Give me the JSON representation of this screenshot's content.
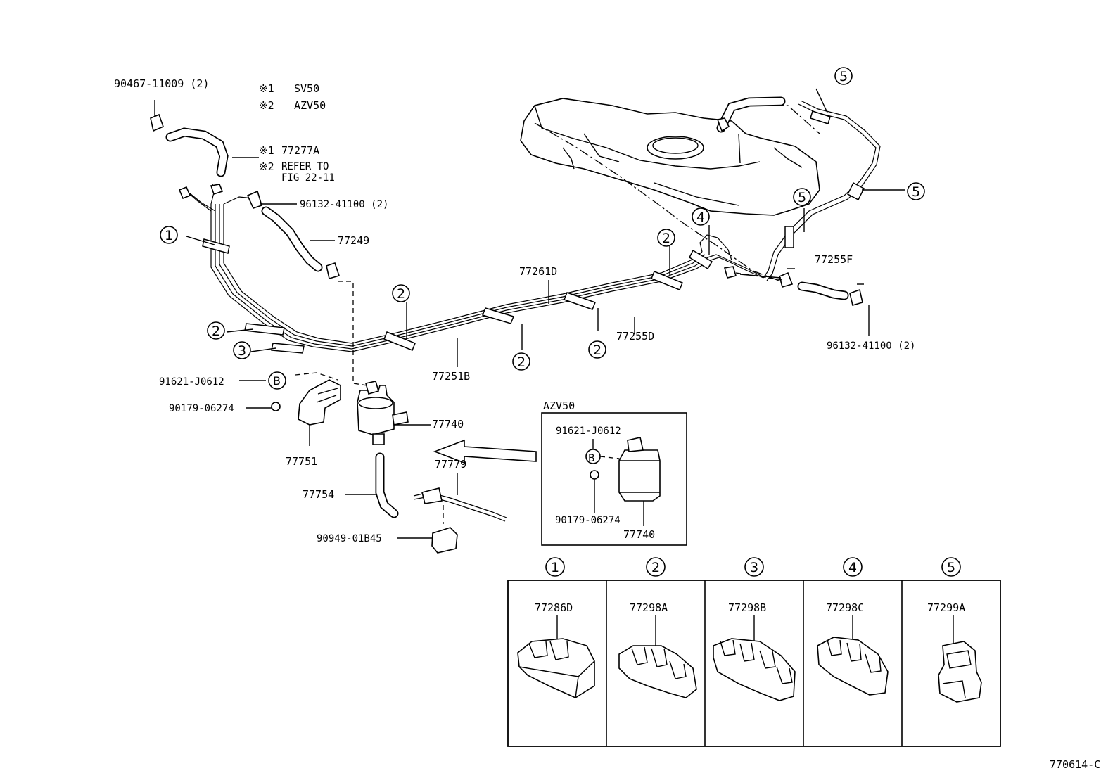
{
  "notes": {
    "n1_mark": "※1",
    "n1_text": "SV50",
    "n2_mark": "※2",
    "n2_text": "AZV50"
  },
  "parts": {
    "p90467": "90467-11009 (2)",
    "p77277": "77277A",
    "refer1": "REFER TO",
    "refer2": "FIG 22-11",
    "p96132a": "96132-41100 (2)",
    "p77249": "77249",
    "p77261": "77261D",
    "p77255f": "77255F",
    "p77255d": "77255D",
    "p77251": "77251B",
    "p96132b": "96132-41100 (2)",
    "p91621": "91621-J0612",
    "p90179": "90179-06274",
    "p77740": "77740",
    "p77751": "77751",
    "p77779": "77779",
    "p77754": "77754",
    "p90949": "90949-01B45"
  },
  "circled": {
    "c1": "1",
    "c2": "2",
    "c3": "3",
    "c4": "4",
    "c5": "5",
    "b": "B"
  },
  "inset": {
    "title": "AZV50",
    "p91621": "91621-J0612",
    "p90179": "90179-06274",
    "p77740": "77740"
  },
  "table": {
    "columns": [
      {
        "num": "1",
        "part": "77286D"
      },
      {
        "num": "2",
        "part": "77298A"
      },
      {
        "num": "3",
        "part": "77298B"
      },
      {
        "num": "4",
        "part": "77298C"
      },
      {
        "num": "5",
        "part": "77299A"
      }
    ]
  },
  "figure_code": "770614-C"
}
